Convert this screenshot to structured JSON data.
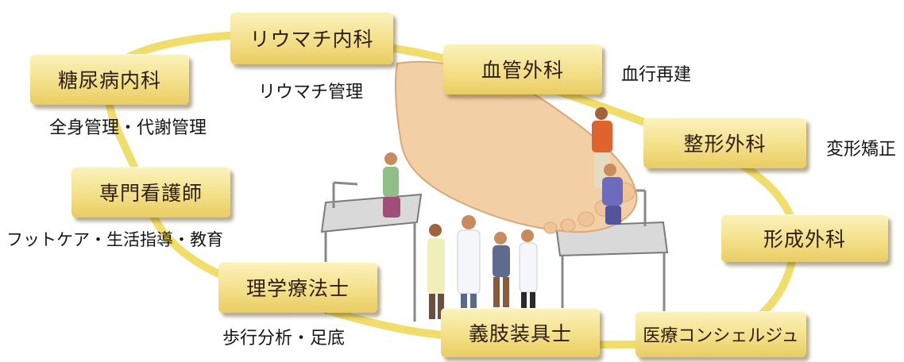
{
  "colors": {
    "ring": "#f1dd6c",
    "box_top": "#fbf3bd",
    "box_bottom": "#e9cc63",
    "foot": "#f3cfa6"
  },
  "diagram": {
    "departments": [
      {
        "id": "rheumatology",
        "label": "リウマチ内科",
        "note": "リウマチ管理"
      },
      {
        "id": "diabetes",
        "label": "糖尿病内科",
        "note": "全身管理・代謝管理"
      },
      {
        "id": "vascular-surgery",
        "label": "血管外科",
        "note": "血行再建"
      },
      {
        "id": "orthopedics",
        "label": "整形外科",
        "note": "変形矯正"
      },
      {
        "id": "nurse",
        "label": "専門看護師",
        "note": "フットケア・生活指導・教育"
      },
      {
        "id": "plastic-surgery",
        "label": "形成外科",
        "note": ""
      },
      {
        "id": "physical-therapist",
        "label": "理学療法士",
        "note": "歩行分析・足底"
      },
      {
        "id": "prosthetist",
        "label": "義肢装具士",
        "note": ""
      },
      {
        "id": "concierge",
        "label": "医療コンシェルジュ",
        "note": ""
      }
    ]
  }
}
